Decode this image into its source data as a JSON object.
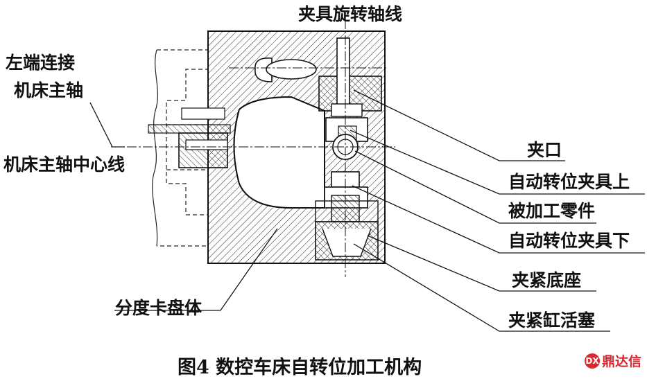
{
  "labels": {
    "axis_title": "夹具旋转轴线",
    "left_connect_line1": "左端连接",
    "left_connect_line2": "机床主轴",
    "spindle_center": "机床主轴中心线",
    "jaw": "夹口",
    "upper_fixture": "自动转位夹具上",
    "workpiece": "被加工零件",
    "lower_fixture": "自动转位夹具下",
    "clamp_base": "夹紧底座",
    "index_plate": "分度卡盘体",
    "clamp_piston": "夹紧缸活塞"
  },
  "caption": "图4  数控车床自转位加工机构",
  "watermark": {
    "text": "鼎达信",
    "mark": "DX",
    "color": "#d9282f"
  },
  "colors": {
    "ink": "#111111",
    "background": "#ffffff"
  }
}
